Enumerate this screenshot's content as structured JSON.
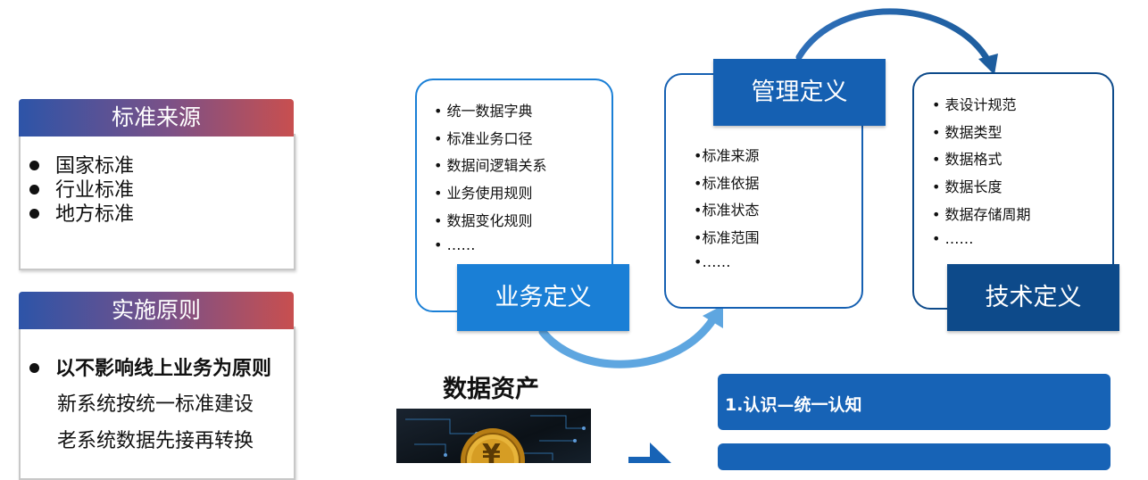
{
  "left": {
    "source": {
      "title": "标准来源",
      "items": [
        "国家标准",
        "行业标准",
        "地方标准"
      ]
    },
    "principle": {
      "title": "实施原则",
      "lead": "以不影响线上业务为原则",
      "lines": [
        "新系统按统一标准建设",
        "老系统数据先接再转换"
      ]
    }
  },
  "cycle": {
    "business": {
      "label": "业务定义",
      "items": [
        "• 统一数据字典",
        "• 标准业务口径",
        "• 数据间逻辑关系",
        "• 业务使用规则",
        "• 数据变化规则",
        "• ……"
      ]
    },
    "management": {
      "label": "管理定义",
      "items": [
        "•标准来源",
        "•标准依据",
        "•标准状态",
        "•标准范围",
        "•……"
      ]
    },
    "technical": {
      "label": "技术定义",
      "items": [
        "• 表设计规范",
        "• 数据类型",
        "• 数据格式",
        "• 数据长度",
        "• 数据存储周期",
        "• ……"
      ]
    }
  },
  "asset": {
    "title": "数据资产",
    "coin_symbol": "¥"
  },
  "steps": [
    "1.认识—统一认知"
  ],
  "colors": {
    "panel_gradient_start": "#2d54a8",
    "panel_gradient_end": "#c84f4f",
    "business_tag": "#1a7fd6",
    "management_tag": "#1560b2",
    "technical_tag": "#0d4a8a",
    "step_bar": "#1763b6"
  },
  "icons": [
    "yen-coin-icon",
    "right-arrow-icon",
    "cycle-arrow-icon"
  ]
}
